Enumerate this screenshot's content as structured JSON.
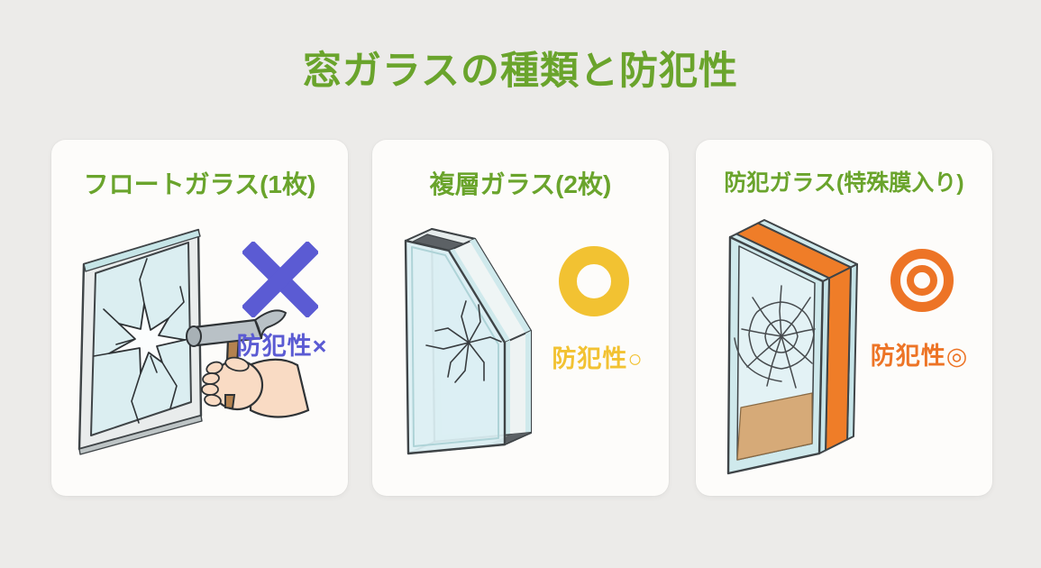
{
  "page": {
    "title": "窓ガラスの種類と防犯性",
    "title_color": "#6aa42c",
    "background_color": "#ecebe9",
    "card_background": "#fdfcfa"
  },
  "cards": [
    {
      "title": "フロートガラス(1枚)",
      "illustration": "hammer-breaking-single-pane-glass",
      "rating": {
        "symbol": "×",
        "label": "防犯性×",
        "color": "#5b5bd3"
      }
    },
    {
      "title": "複層ガラス(2枚)",
      "illustration": "double-glazing-two-panes-with-cracks",
      "rating": {
        "symbol": "○",
        "label": "防犯性○",
        "color": "#f2c232"
      }
    },
    {
      "title": "防犯ガラス(特殊膜入り)",
      "illustration": "laminated-security-glass-spiderweb-crack",
      "rating": {
        "symbol": "◎",
        "label": "防犯性◎",
        "color": "#ed7426"
      }
    }
  ],
  "illustration_palette": {
    "glass_blue": "#dbeff3",
    "glass_edge_blue": "#cfe9ec",
    "outline_dark": "#3f4447",
    "security_film_orange": "#ef7d28",
    "spacer_gray": "#5c6165",
    "interior_tan": "#d6aa78",
    "hand_skin": "#f9dbc4",
    "hammer_handle_brown": "#b4824f",
    "hammer_head_gray": "#b9c1c6"
  }
}
